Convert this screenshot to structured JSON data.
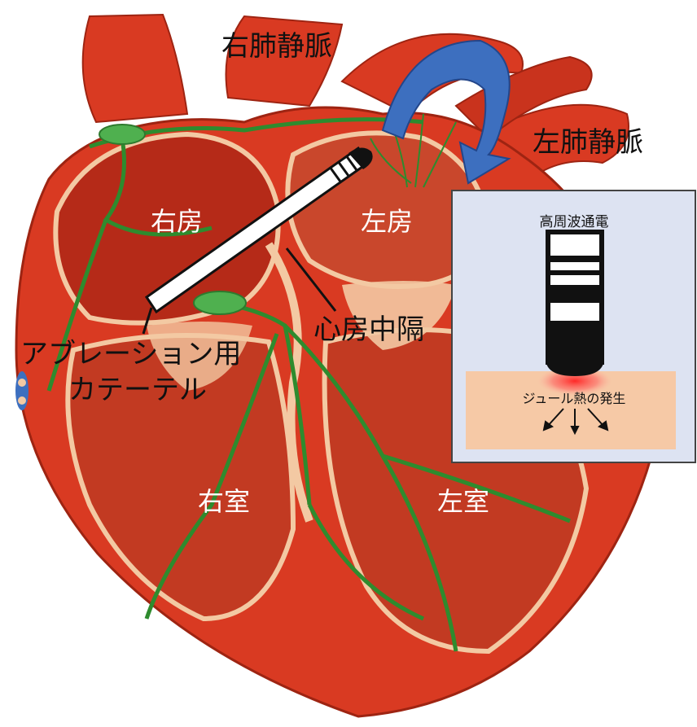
{
  "labels": {
    "right_pulmonary_vein": "右肺静脈",
    "left_pulmonary_vein": "左肺静脈",
    "right_atrium": "右房",
    "left_atrium": "左房",
    "ablation_catheter_line1": "アブレーション用",
    "ablation_catheter_line2": "カテーテル",
    "atrial_septum": "心房中隔",
    "right_ventricle": "右室",
    "left_ventricle": "左室"
  },
  "inset": {
    "title": "高周波通電",
    "caption": "ジュール熱の発生"
  },
  "colors": {
    "heart_red": "#d93a22",
    "chamber_dark": "#b52a18",
    "tissue_beige": "#f3c9a3",
    "conduction_green": "#2e8b2e",
    "arrow_blue": "#3d6fbf",
    "inset_bg": "#dde3f2",
    "heat_glow": "#ff3b3b"
  }
}
